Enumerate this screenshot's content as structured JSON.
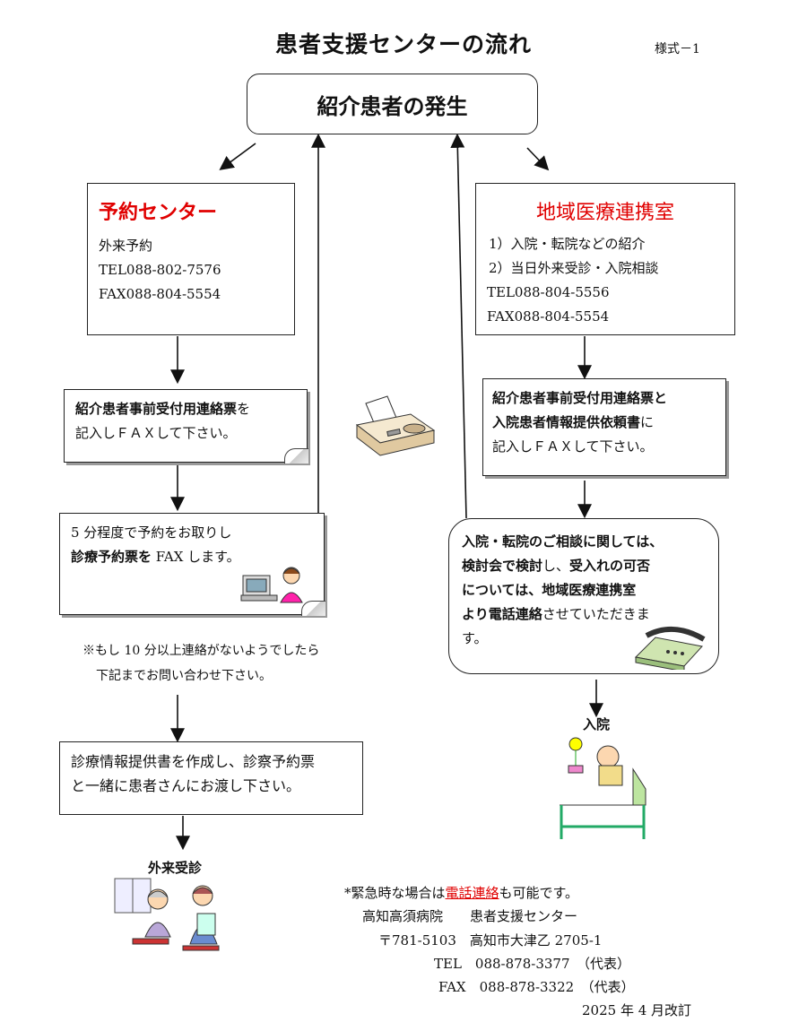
{
  "title": "患者支援センターの流れ",
  "form_number": "様式－1",
  "top_box": "紹介患者の発生",
  "left": {
    "header": "予約センター",
    "lines": [
      "外来予約",
      "TEL088-802-7576",
      "FAX088-804-5554"
    ],
    "step1": {
      "bold": "紹介患者事前受付用連絡票",
      "tail": "を",
      "line2": "記入しＦＡＸして下さい。"
    },
    "step2": {
      "line1": "5 分程度で予約をお取りし",
      "bold": "診療予約票を",
      "tail": " FAX します。"
    },
    "note": [
      "※もし 10 分以上連絡がないようでしたら",
      "下記までお問い合わせ下さい。"
    ],
    "step3": [
      "診療情報提供書を作成し、診察予約票",
      "と一緒に患者さんにお渡し下さい。"
    ],
    "end_label": "外来受診"
  },
  "right": {
    "header": "地域医療連携室",
    "lines": [
      "1）入院・転院などの紹介",
      "2）当日外来受診・入院相談",
      "TEL088-804-5556",
      "FAX088-804-5554"
    ],
    "step1": {
      "bold1": "紹介患者事前受付用連絡票と",
      "bold2": "入院患者情報提供依頼書",
      "tail2": "に",
      "line3": "記入しＦＡＸして下さい。"
    },
    "step2": {
      "b1": "入院・転院のご相談に関しては、",
      "b2": "検討会で検討",
      "t2": "し、",
      "b2b": "受入れの可否",
      "b3": "については、地域医療連携室",
      "b4": "より電話連絡",
      "t4": "させていただきま",
      "t5": "す。"
    },
    "end_label": "入院"
  },
  "footer": {
    "emergency_pre": "*緊急時な場合は",
    "emergency_link": "電話連絡",
    "emergency_post": "も可能です。",
    "hospital": "高知高須病院　　患者支援センター",
    "address": "〒781-5103　高知市大津乙 2705-1",
    "tel": "TEL　088-878-3377　（代表）",
    "fax": "FAX　088-878-3322　（代表）",
    "revised": "2025 年 4 月改訂"
  },
  "colors": {
    "accent_red": "#e00000"
  }
}
